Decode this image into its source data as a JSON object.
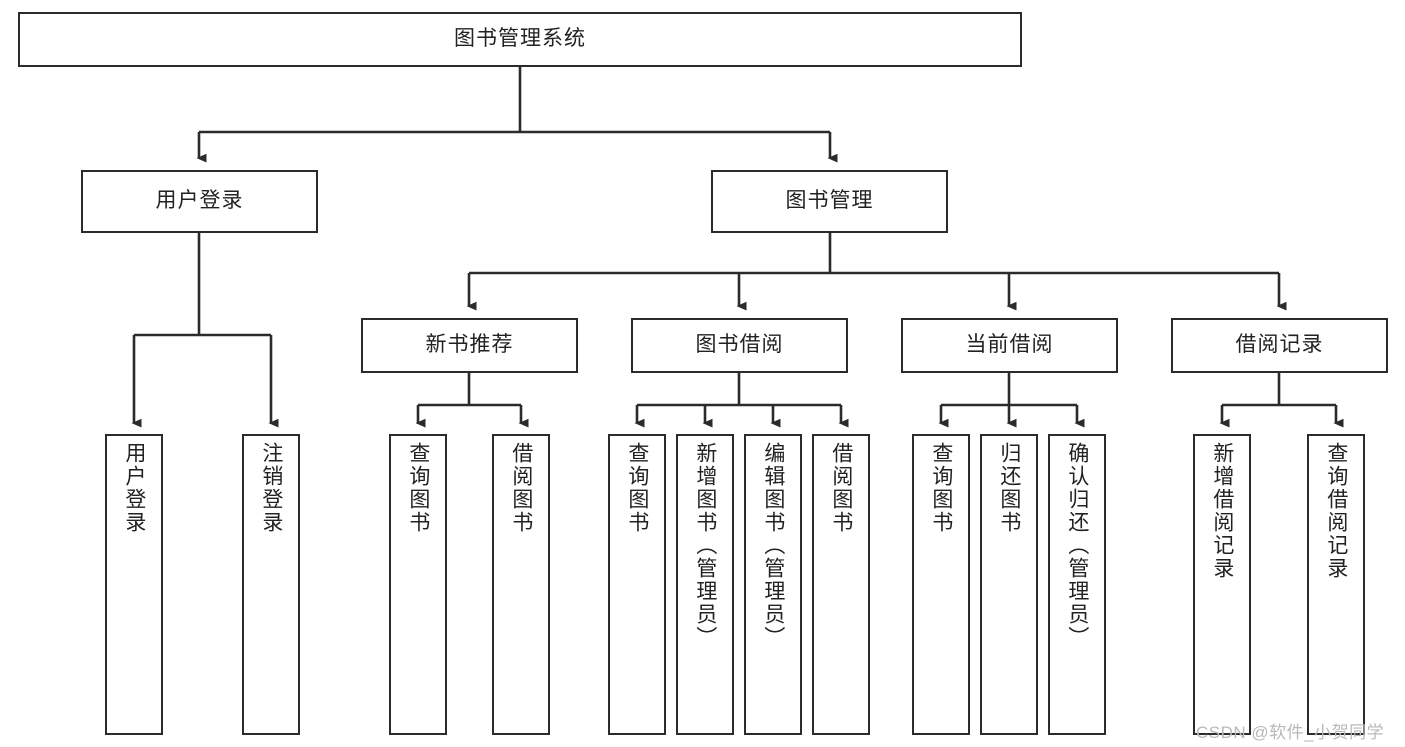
{
  "diagram": {
    "title": "图书管理系统",
    "type": "tree-hierarchy",
    "colors": {
      "stroke": "#2b2b2b",
      "box_fill": "#ffffff",
      "text": "#222222",
      "watermark": "#b9b9b9",
      "background": "#ffffff"
    },
    "root": {
      "label": "图书管理系统"
    },
    "level2": [
      {
        "label": "用户登录"
      },
      {
        "label": "图书管理"
      }
    ],
    "level3": [
      {
        "label": "新书推荐"
      },
      {
        "label": "图书借阅"
      },
      {
        "label": "当前借阅"
      },
      {
        "label": "借阅记录"
      }
    ],
    "leaves": {
      "user_login": [
        {
          "label": "用户登录"
        },
        {
          "label": "注销登录"
        }
      ],
      "new_book_recommend": [
        {
          "label": "查询图书"
        },
        {
          "label": "借阅图书"
        }
      ],
      "book_borrow": [
        {
          "label": "查询图书"
        },
        {
          "label": "新增图书（管理员）"
        },
        {
          "label": "编辑图书（管理员）"
        },
        {
          "label": "借阅图书"
        }
      ],
      "current_borrow": [
        {
          "label": "查询图书"
        },
        {
          "label": "归还图书"
        },
        {
          "label": "确认归还（管理员）"
        }
      ],
      "borrow_record": [
        {
          "label": "新增借阅记录"
        },
        {
          "label": "查询借阅记录"
        }
      ]
    },
    "watermark": "CSDN @软件_小贺同学"
  }
}
